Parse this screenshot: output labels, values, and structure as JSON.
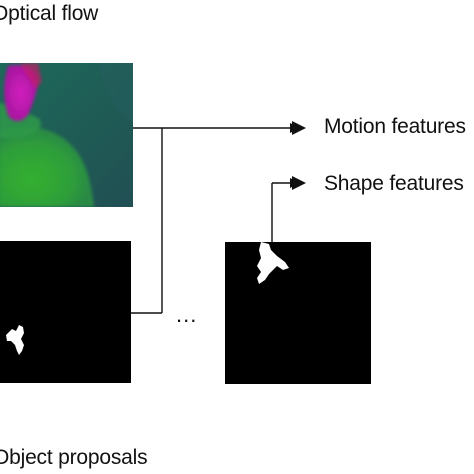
{
  "labels": {
    "optical_flow": "Optical flow",
    "motion_features": "Motion features",
    "shape_features": "Shape features",
    "object_proposals": "Object proposals",
    "ellipsis": "..."
  },
  "colors": {
    "arrow": "#111111",
    "flow_background": "#1f5a52",
    "flow_green": "#2fa638",
    "flow_magenta": "#c01ab0",
    "mask_background": "#000000",
    "mask_foreground": "#ffffff"
  }
}
